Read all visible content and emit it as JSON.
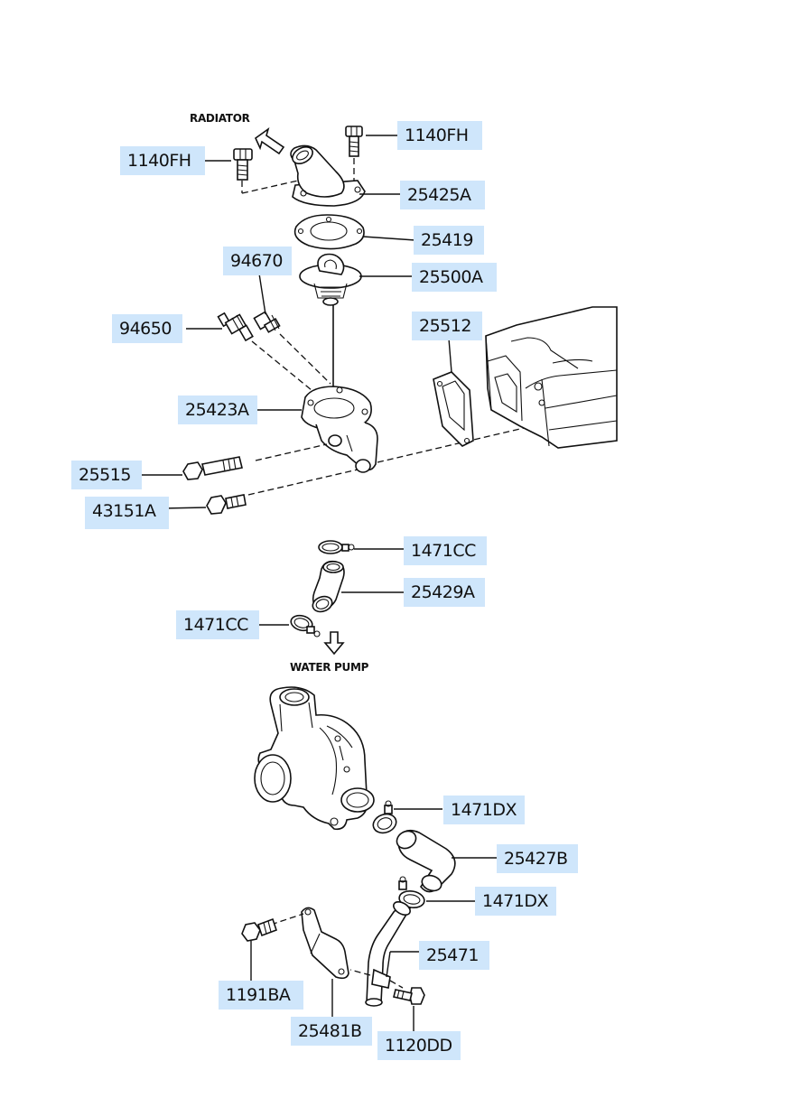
{
  "captions": {
    "radiator": "RADIATOR",
    "water_pump": "WATER PUMP"
  },
  "parts": [
    {
      "id": "bolt-top-right",
      "number": "1140FH"
    },
    {
      "id": "bolt-top-left",
      "number": "1140FH"
    },
    {
      "id": "outlet-fitting",
      "number": "25425A"
    },
    {
      "id": "gasket-outlet",
      "number": "25419"
    },
    {
      "id": "thermostat",
      "number": "25500A"
    },
    {
      "id": "sender",
      "number": "94670"
    },
    {
      "id": "sensor",
      "number": "94650"
    },
    {
      "id": "gasket-manifold",
      "number": "25512"
    },
    {
      "id": "thermostat-housing",
      "number": "25423A"
    },
    {
      "id": "bolt-housing",
      "number": "25515"
    },
    {
      "id": "stud-housing",
      "number": "43151A"
    },
    {
      "id": "clamp-upper-a",
      "number": "1471CC"
    },
    {
      "id": "hose-upper",
      "number": "25429A"
    },
    {
      "id": "clamp-upper-b",
      "number": "1471CC"
    },
    {
      "id": "clamp-lower-a",
      "number": "1471DX"
    },
    {
      "id": "hose-lower",
      "number": "25427B"
    },
    {
      "id": "clamp-lower-b",
      "number": "1471DX"
    },
    {
      "id": "pipe",
      "number": "25471"
    },
    {
      "id": "bolt-bracket",
      "number": "1191BA"
    },
    {
      "id": "bracket",
      "number": "25481B"
    },
    {
      "id": "bolt-pipe",
      "number": "1120DD"
    }
  ]
}
